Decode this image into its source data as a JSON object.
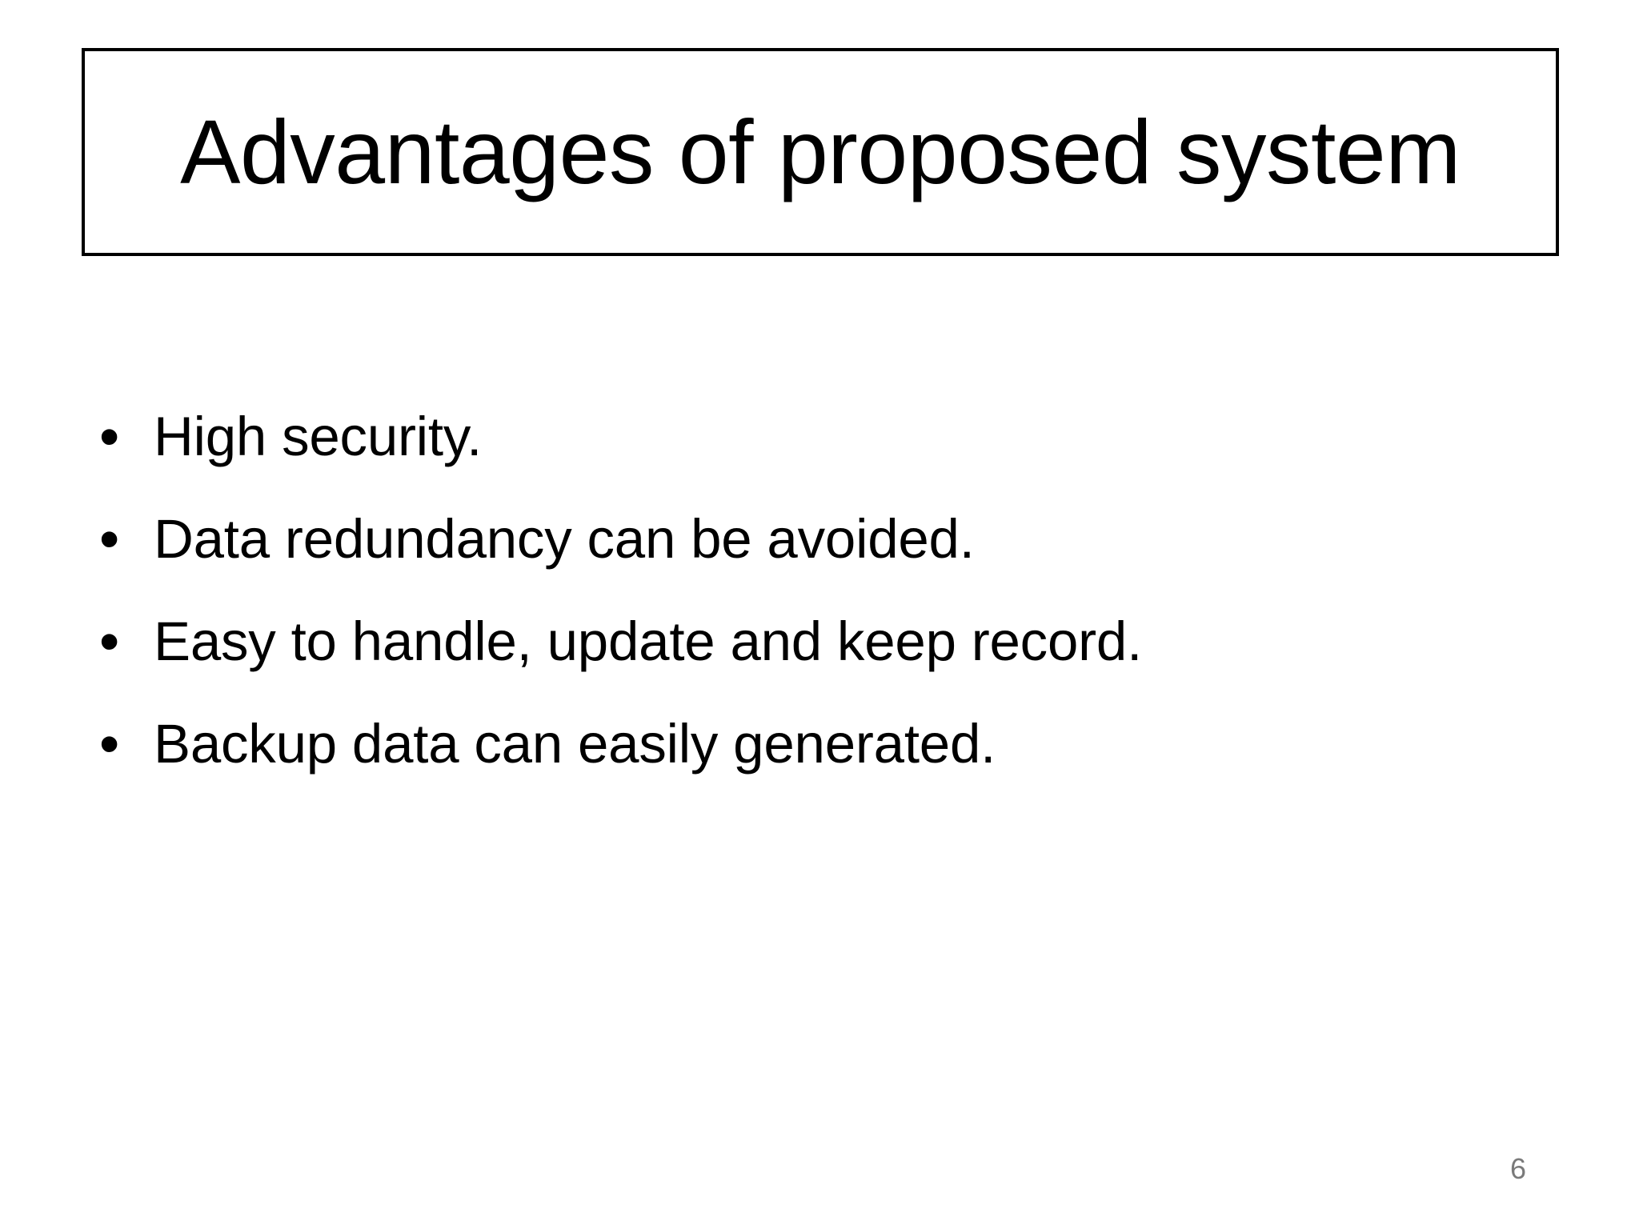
{
  "slide": {
    "title": "Advantages of proposed system",
    "bullet_marker": "•",
    "bullets": [
      {
        "text": "High security."
      },
      {
        "text": "Data redundancy can be avoided."
      },
      {
        "text": "Easy to handle, update and keep record."
      },
      {
        "text": "Backup data can easily generated."
      }
    ],
    "slide_number": "6",
    "colors": {
      "background": "#ffffff",
      "text": "#000000",
      "title_border": "#000000",
      "slide_number": "#7a7a7a"
    }
  }
}
